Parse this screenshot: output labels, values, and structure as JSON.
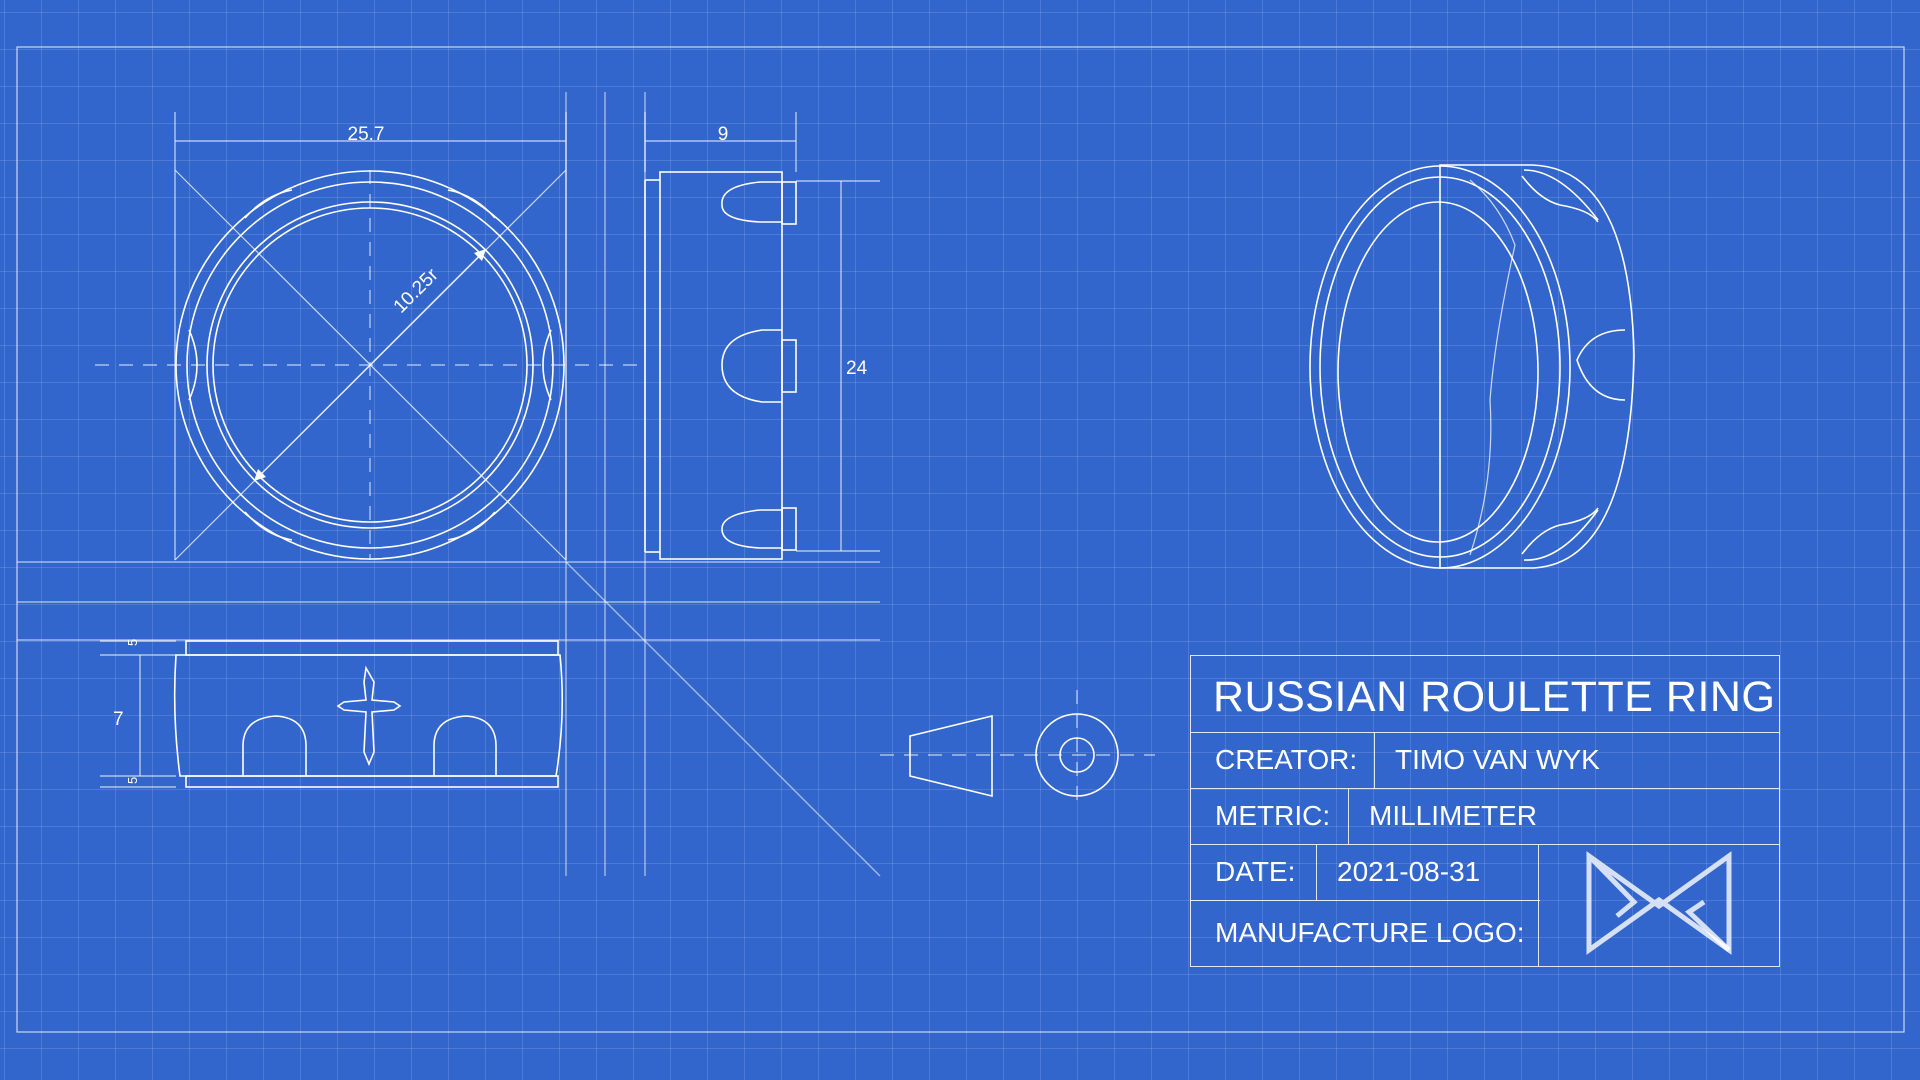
{
  "drawing": {
    "dimensions": {
      "front_width": "25.7",
      "inner_radius": "10.25r",
      "side_width": "9",
      "side_height": "24",
      "bottom_height": "7",
      "bottom_top_band": "5",
      "bottom_bottom_band": "5"
    }
  },
  "title_block": {
    "title": "RUSSIAN ROULETTE RING",
    "creator_label": "CREATOR:",
    "creator_value": "TIMO VAN WYK",
    "metric_label": "METRIC:",
    "metric_value": "MILLIMETER",
    "date_label": "DATE:",
    "date_value": "2021-08-31",
    "logo_label": "MANUFACTURE LOGO:"
  },
  "colors": {
    "background": "#3366cc",
    "line": "#ffffff",
    "grid": "rgba(255,255,255,0.13)"
  }
}
